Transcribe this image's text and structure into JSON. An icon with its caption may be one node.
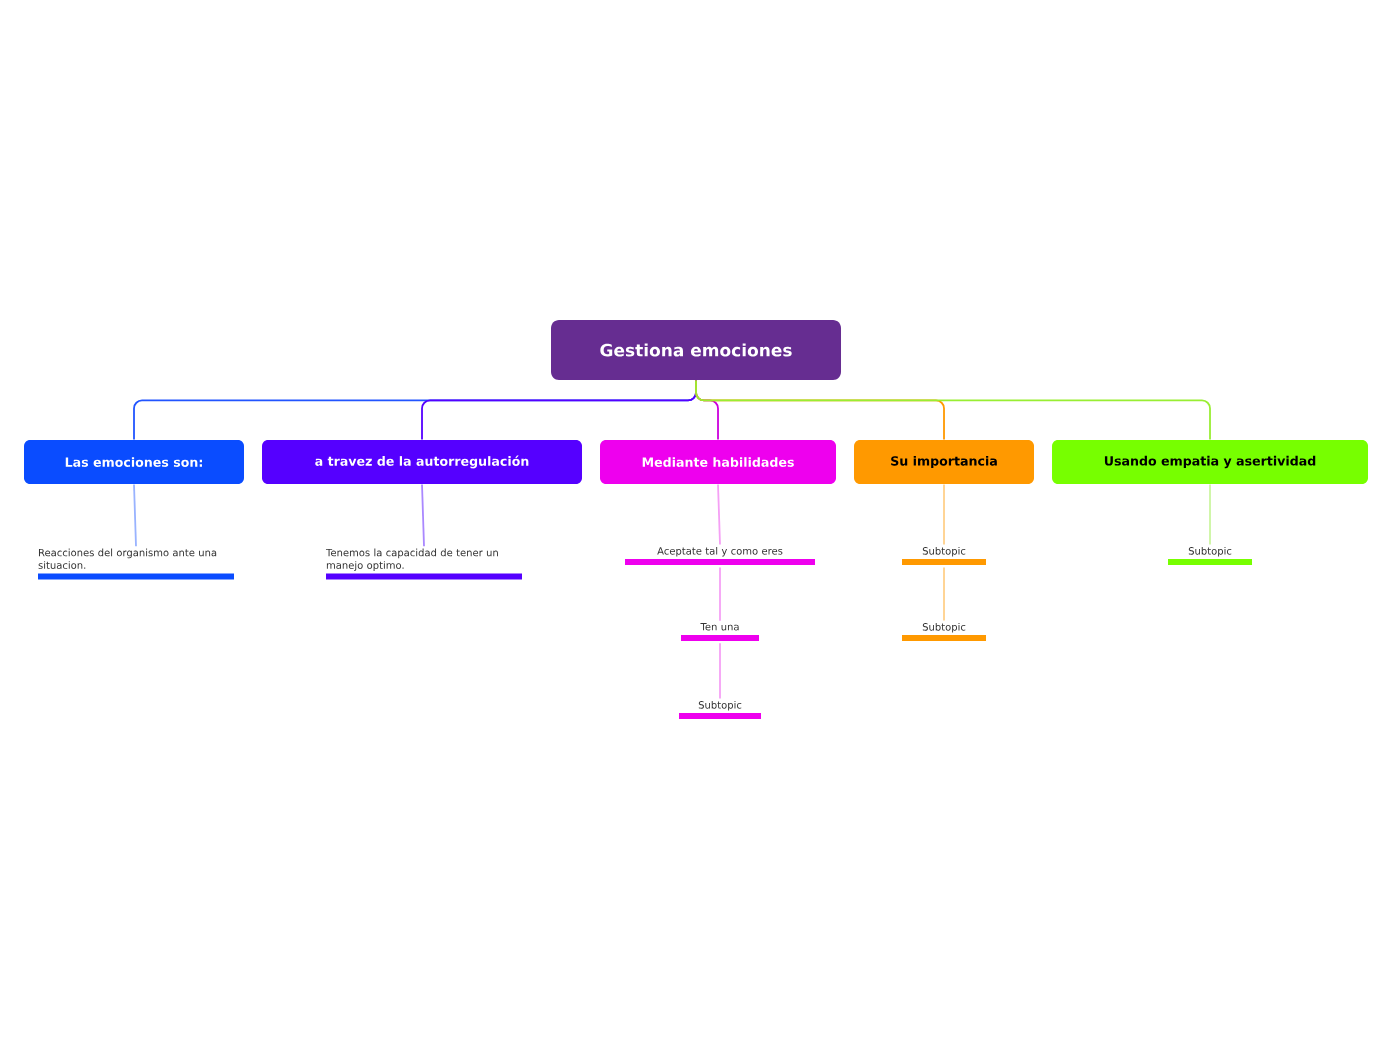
{
  "diagram": {
    "nodes": [
      {
        "text": [
          "Gestiona emociones"
        ]
      },
      {
        "text": [
          "Las emociones son:"
        ]
      },
      {
        "text": [
          "a travez de la autorregulación"
        ]
      },
      {
        "text": [
          "Mediante habilidades"
        ]
      },
      {
        "text": [
          "Su importancia"
        ]
      },
      {
        "text": [
          "Usando empatia y asertividad"
        ]
      },
      {
        "text": [
          "Reacciones del organismo ante una situacion."
        ]
      },
      {
        "text": [
          "Tenemos la capacidad de tener un manejo optimo."
        ]
      },
      {
        "text": [
          "Aceptate tal y como eres"
        ]
      },
      {
        "text": [
          "Ten una"
        ]
      },
      {
        "text": [
          "Subtopic"
        ]
      },
      {
        "text": [
          "Subtopic"
        ]
      },
      {
        "text": [
          "Subtopic"
        ]
      },
      {
        "text": [
          "Subtopic"
        ]
      }
    ],
    "edges": [
      {
        "from": 0,
        "to": 1,
        "arrow": "none",
        "color": "#2255ff"
      },
      {
        "from": 0,
        "to": 2,
        "arrow": "none",
        "color": "#5500ff"
      },
      {
        "from": 0,
        "to": 3,
        "arrow": "none",
        "color": "#cc00dd"
      },
      {
        "from": 0,
        "to": 4,
        "arrow": "none",
        "color": "#ff9900"
      },
      {
        "from": 0,
        "to": 5,
        "arrow": "none",
        "color": "#99ee33"
      },
      {
        "from": 1,
        "to": 6,
        "arrow": "none",
        "color": "#99b3ff"
      },
      {
        "from": 2,
        "to": 7,
        "arrow": "none",
        "color": "#aa88ff"
      },
      {
        "from": 3,
        "to": 8,
        "arrow": "none",
        "color": "#f5a0f5"
      },
      {
        "from": 8,
        "to": 9,
        "arrow": "none",
        "color": "#f5a0f5"
      },
      {
        "from": 9,
        "to": 10,
        "arrow": "none",
        "color": "#f5a0f5"
      },
      {
        "from": 4,
        "to": 11,
        "arrow": "none",
        "color": "#ffd08a"
      },
      {
        "from": 11,
        "to": 12,
        "arrow": "none",
        "color": "#ffd08a"
      },
      {
        "from": 5,
        "to": 13,
        "arrow": "none",
        "color": "#ccf5a0"
      }
    ]
  }
}
